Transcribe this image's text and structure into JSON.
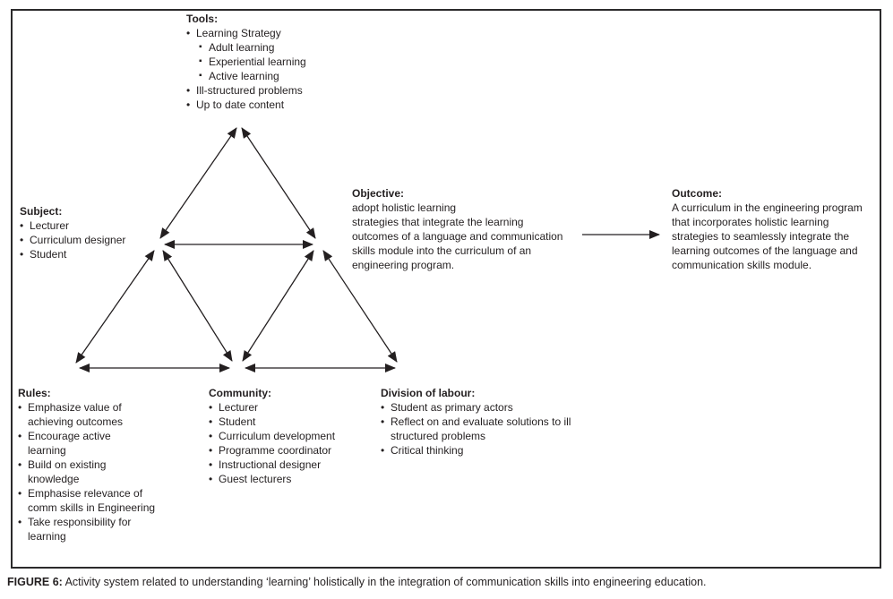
{
  "nodes": {
    "tools": {
      "title": "Tools:",
      "items": [
        {
          "level": 1,
          "text": "Learning Strategy"
        },
        {
          "level": 2,
          "text": "Adult learning"
        },
        {
          "level": 2,
          "text": "Experiential learning"
        },
        {
          "level": 2,
          "text": "Active learning"
        },
        {
          "level": 1,
          "text": "Ill-structured problems"
        },
        {
          "level": 1,
          "text": "Up to date content"
        }
      ]
    },
    "subject": {
      "title": "Subject:",
      "items": [
        {
          "level": 1,
          "text": "Lecturer"
        },
        {
          "level": 1,
          "text": "Curriculum designer"
        },
        {
          "level": 1,
          "text": "Student"
        }
      ]
    },
    "objective": {
      "title": "Objective:",
      "body": "adopt holistic learning\nstrategies that integrate the learning\noutcomes of a language and communication\nskills module into the curriculum of an\nengineering program."
    },
    "outcome": {
      "title": "Outcome:",
      "body": "A curriculum in the engineering program\nthat incorporates holistic learning\nstrategies to seamlessly integrate the\nlearning outcomes of the language and\ncommunication skills module."
    },
    "rules": {
      "title": "Rules:",
      "items": [
        {
          "level": 1,
          "text": "Emphasize value of\nachieving outcomes"
        },
        {
          "level": 1,
          "text": "Encourage active\nlearning"
        },
        {
          "level": 1,
          "text": "Build on existing\nknowledge"
        },
        {
          "level": 1,
          "text": "Emphasise relevance of\ncomm skills in Engineering"
        },
        {
          "level": 1,
          "text": "Take responsibility for\nlearning"
        }
      ]
    },
    "community": {
      "title": "Community:",
      "items": [
        {
          "level": 1,
          "text": "Lecturer"
        },
        {
          "level": 1,
          "text": "Student"
        },
        {
          "level": 1,
          "text": "Curriculum development"
        },
        {
          "level": 1,
          "text": "Programme coordinator"
        },
        {
          "level": 1,
          "text": "Instructional designer"
        },
        {
          "level": 1,
          "text": "Guest lecturers"
        }
      ]
    },
    "division": {
      "title": "Division of labour:",
      "items": [
        {
          "level": 1,
          "text": "Student as primary actors"
        },
        {
          "level": 1,
          "text": "Reflect on and evaluate solutions to ill\nstructured problems"
        },
        {
          "level": 1,
          "text": "Critical thinking"
        }
      ]
    }
  },
  "caption": {
    "label": "FIGURE 6:",
    "text": " Activity system related to understanding ‘learning’ holistically in the integration of communication skills into engineering education."
  },
  "colors": {
    "line": "#231f20",
    "text": "#231f20",
    "border": "#2b2a2b",
    "background": "#ffffff"
  }
}
